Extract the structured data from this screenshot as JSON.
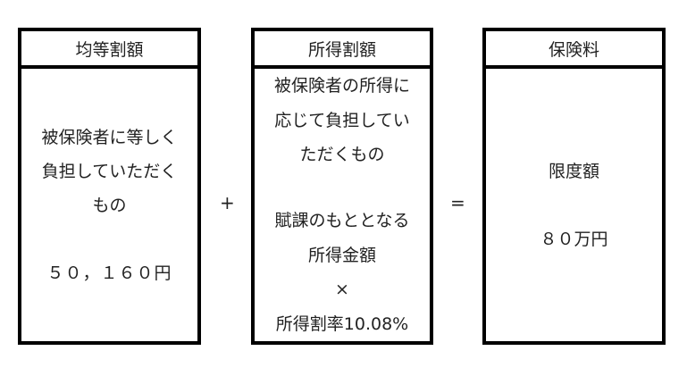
{
  "boxes": [
    {
      "title": "均等割額",
      "lines": [
        "被保険者に等しく",
        "負担していただく",
        "もの",
        "",
        "５０，１６０円"
      ]
    },
    {
      "title": "所得割額",
      "lines": [
        "被保険者の所得に",
        "応じて負担してい",
        "ただくもの",
        "",
        "賦課のもととなる",
        "所得金額",
        "×",
        "所得割率10.08%"
      ]
    },
    {
      "title": "保険料",
      "lines": [
        "限度額",
        "",
        "８０万円"
      ]
    }
  ],
  "operators": {
    "plus": "+",
    "equals": "="
  }
}
